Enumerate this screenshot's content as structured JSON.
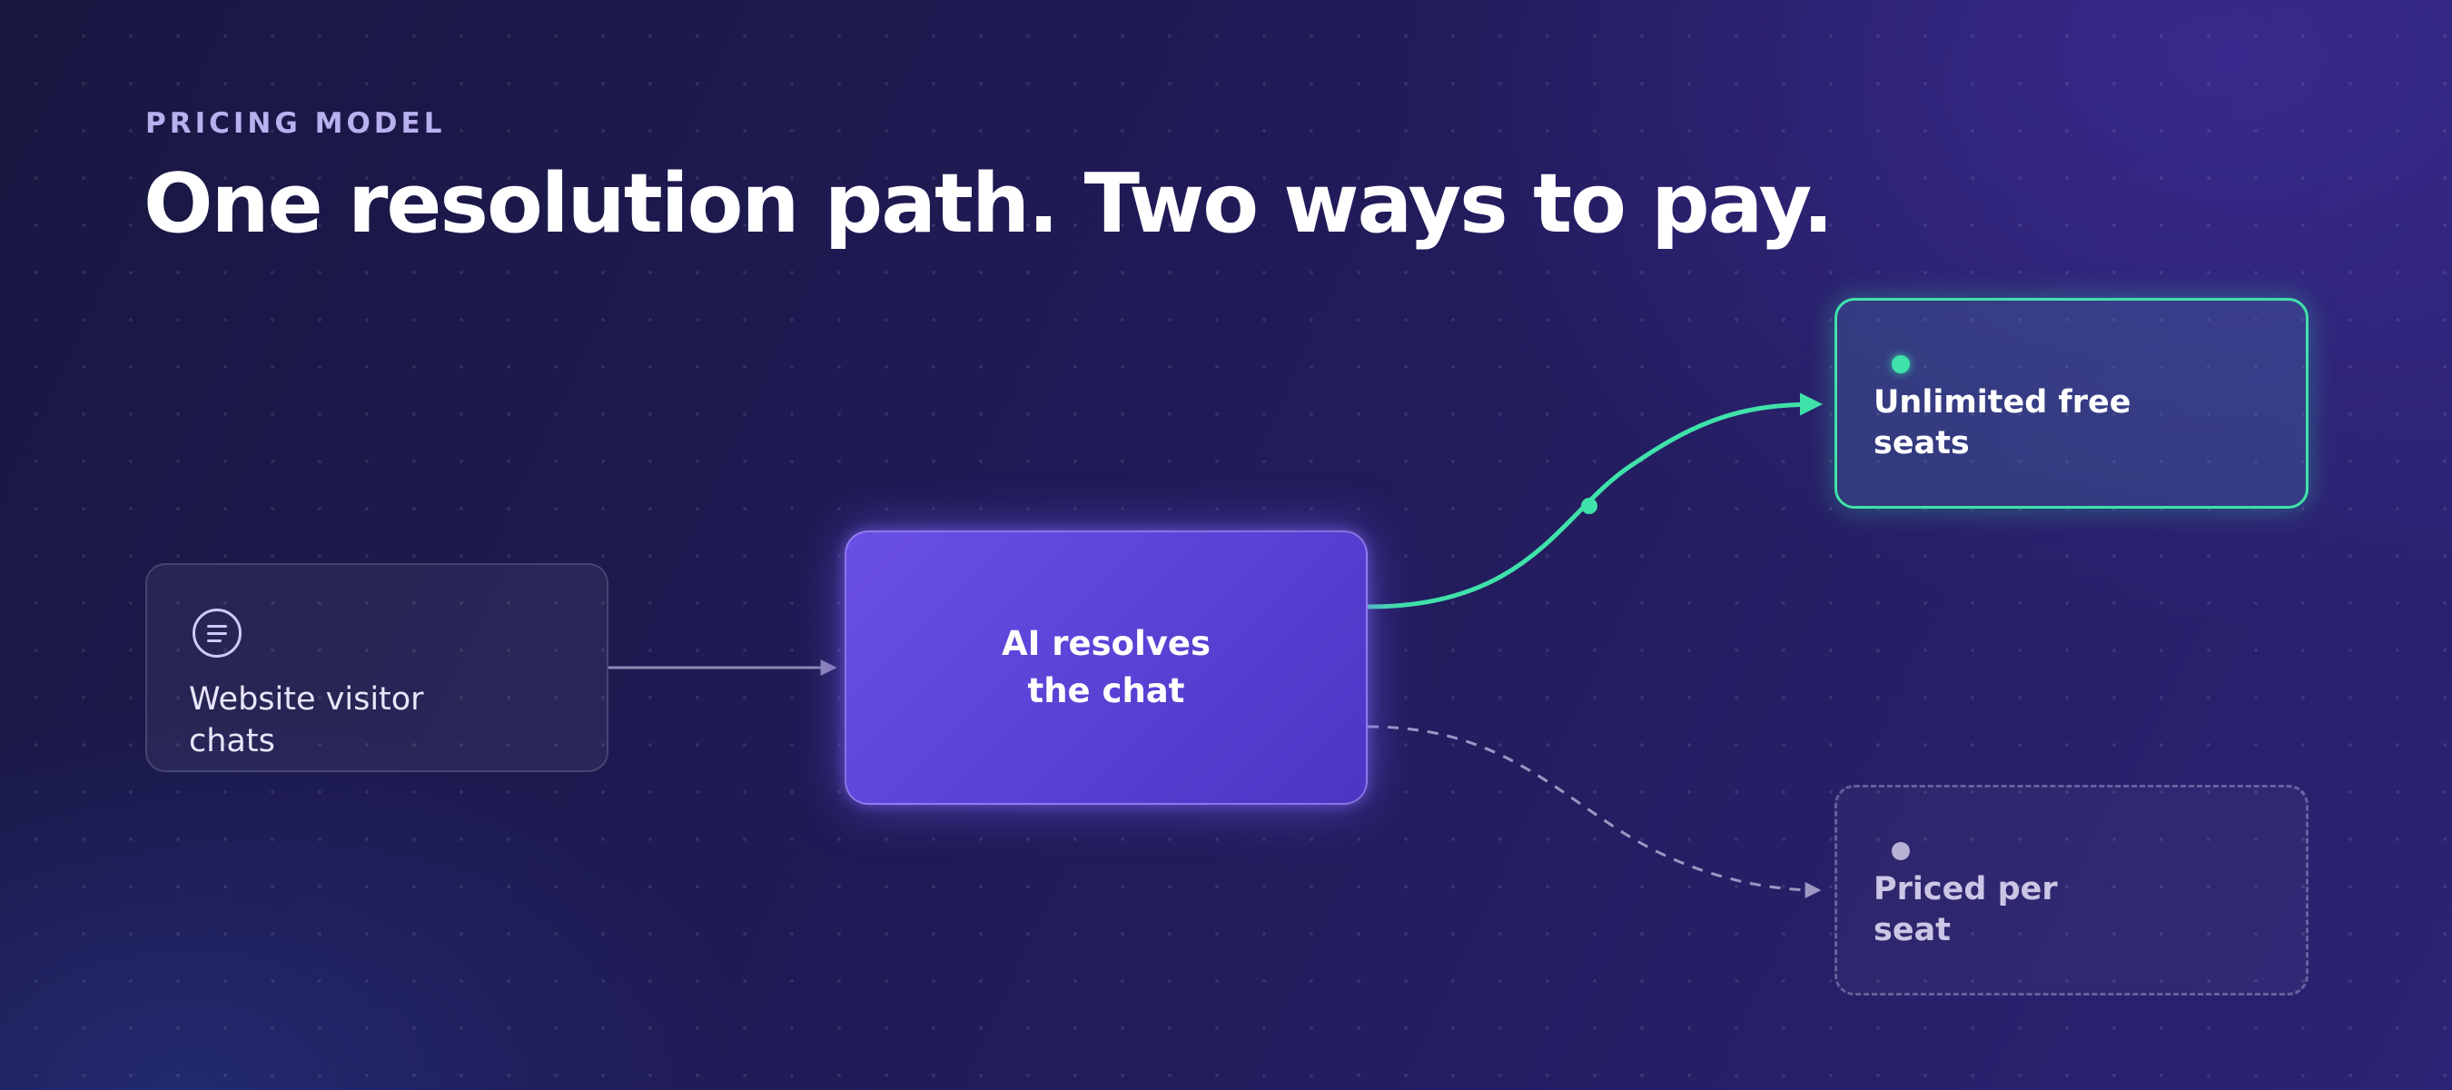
{
  "header": {
    "eyebrow": "PRICING MODEL",
    "title": "One resolution path. Two ways to pay."
  },
  "diagram": {
    "source": {
      "label": "Website visitor chats",
      "icon": "chat-bubble-icon"
    },
    "center": {
      "label": "AI resolves the chat"
    },
    "outcomes": [
      {
        "label": "Unlimited free seats",
        "status": "active",
        "accent": "#3fe2aa"
      },
      {
        "label": "Priced per seat",
        "status": "inactive",
        "accent": "#b7b1d3"
      }
    ]
  },
  "colors": {
    "background": "#1c1a4d",
    "center_node": "#5b3fd6",
    "active_path": "#3fe2aa",
    "inactive_path": "#9d97c4"
  }
}
